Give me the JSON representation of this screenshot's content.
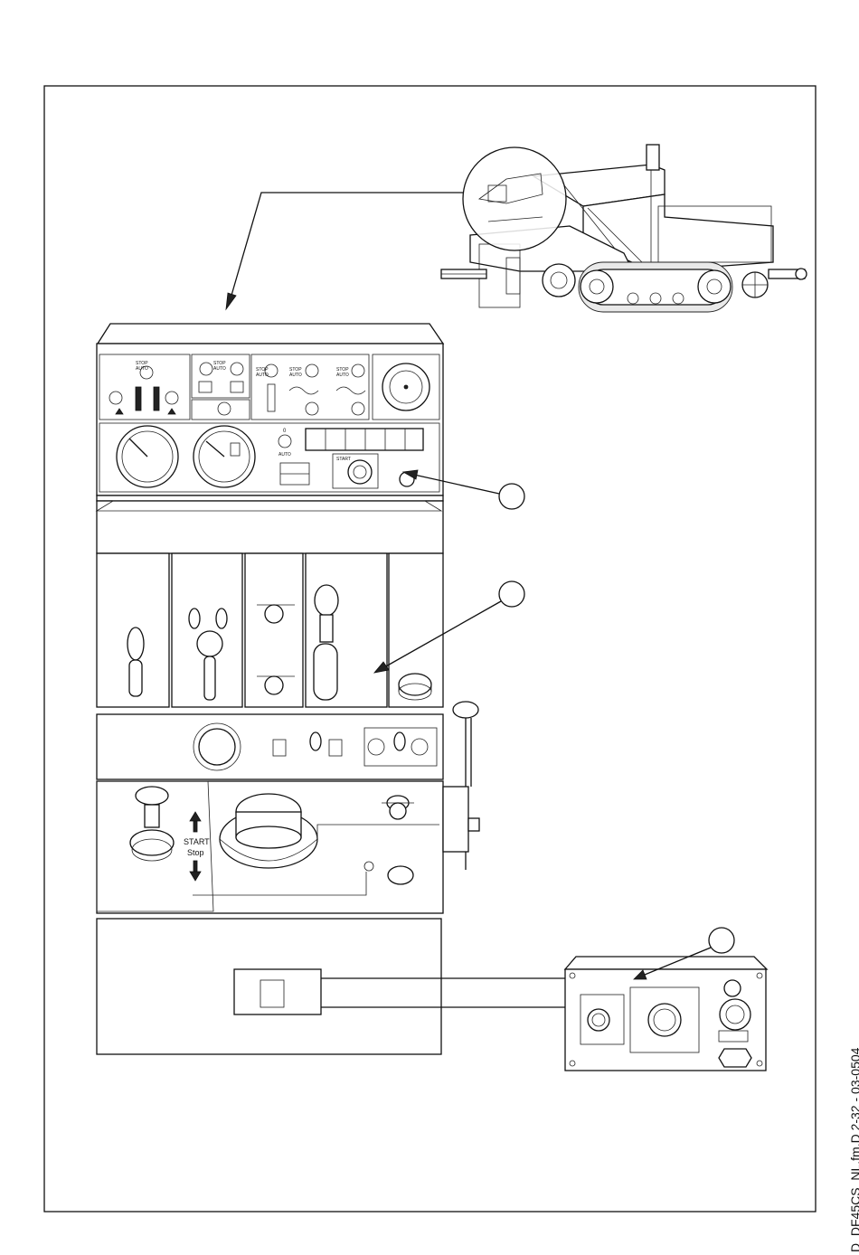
{
  "side_caption": "D_DF45CS_NL.fm.D 2-32 - 03-0504",
  "panel_labels": {
    "stop": "STOP",
    "auto": "AUTO",
    "zero": "0",
    "start_button": "START",
    "start": "START",
    "stop_word": "Stop"
  },
  "callouts": [
    {
      "id": "callout-1",
      "text": ""
    },
    {
      "id": "callout-2",
      "text": ""
    },
    {
      "id": "callout-3",
      "text": ""
    }
  ]
}
